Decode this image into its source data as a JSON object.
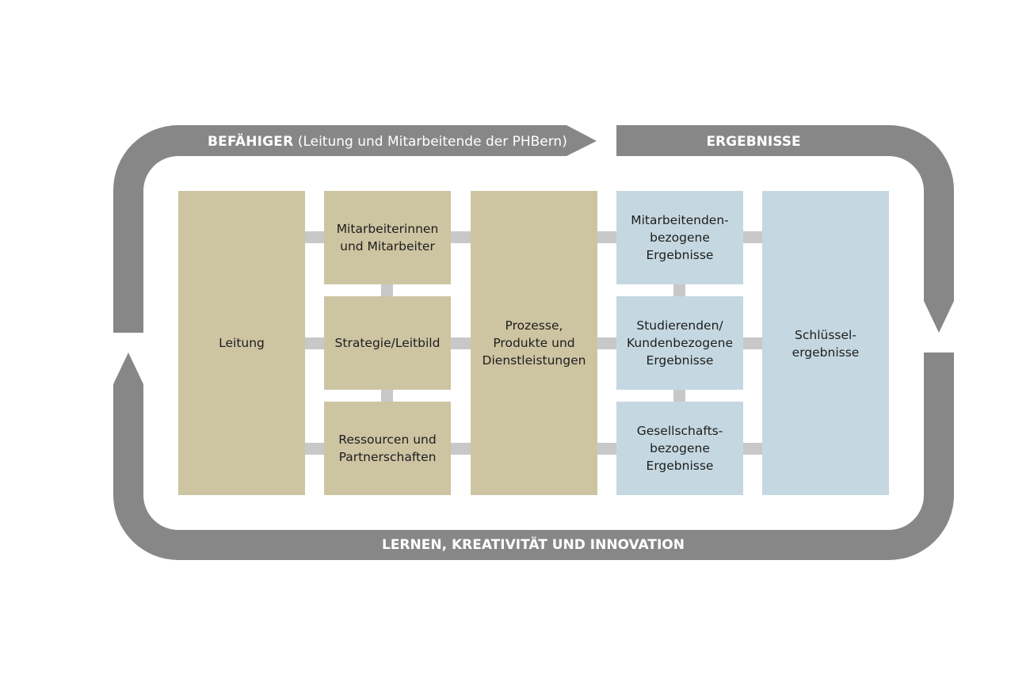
{
  "header": {
    "befaehiger_title": "BEFÄHIGER",
    "befaehiger_subtitle": "(Leitung und Mitarbeitende der PHBern)",
    "ergebnisse_title": "ERGEBNISSE"
  },
  "footer": {
    "lernen_title": "LERNEN, KREATIVITÄT UND INNOVATION"
  },
  "boxes": {
    "leitung": "Leitung",
    "mitarbeitende": "Mitarbeiterinnen\nund Mitarbeiter",
    "strategie": "Strategie/Leitbild",
    "ressourcen": "Ressourcen und\nPartnerschaften",
    "prozesse": "Prozesse,\nProdukte und\nDienstleistungen",
    "mitarbeitenden_ergebnisse": "Mitarbeitenden-\nbezogene\nErgebnisse",
    "kunden_ergebnisse": "Studierenden/\nKundenbezogene\nErgebnisse",
    "gesellschaft_ergebnisse": "Gesellschafts-\nbezogene\nErgebnisse",
    "schluessel_ergebnisse": "Schlüssel-\nergebnisse"
  },
  "colors": {
    "band": "#878787",
    "enabler": "#cdc4a2",
    "result": "#c5d8e1",
    "connector": "#c8c8c8"
  }
}
